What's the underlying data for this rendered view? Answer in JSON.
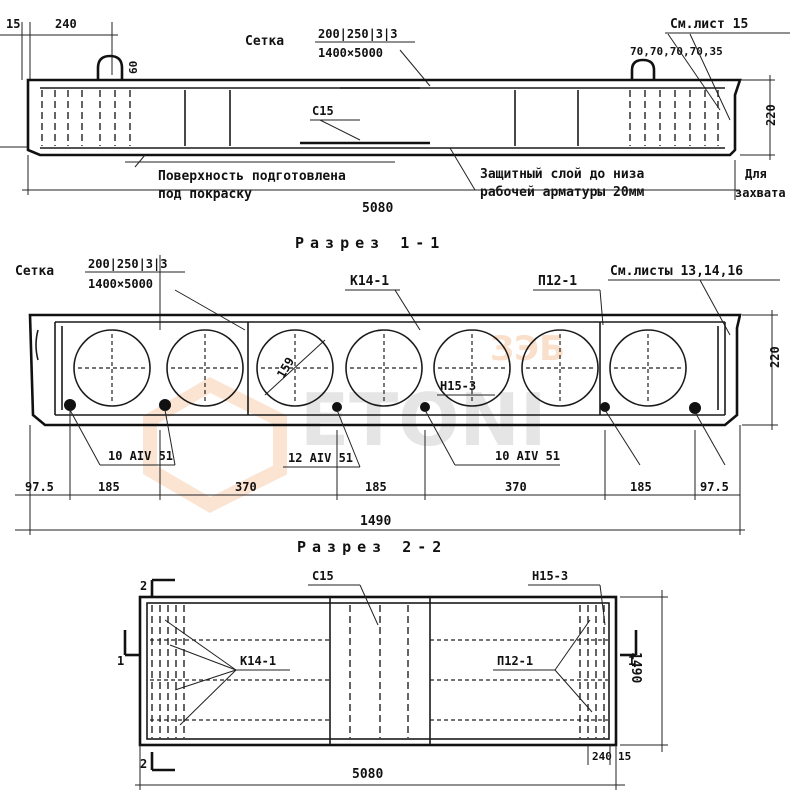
{
  "top_view": {
    "dim_15": "15",
    "dim_240": "240",
    "mesh_label": "Сетка",
    "mesh_spec_top": "200|250|3|3",
    "mesh_spec_bottom": "1400×5000",
    "see_sheet": "См.лист 15",
    "dims_right": "70,70,70,70,35",
    "dim_60": "60",
    "c15_label": "С15",
    "dim_220": "220",
    "surface_note_1": "Поверхность подготовлена",
    "surface_note_2": "под покраску",
    "cover_note_1": "Защитный слой до низа",
    "cover_note_2": "рабочей арматуры 20мм",
    "grip_note_1": "Для",
    "grip_note_2": "захвата",
    "dim_5080": "5080"
  },
  "section_1": {
    "title": "Разрез 1-1",
    "mesh_label": "Сетка",
    "mesh_spec_top": "200|250|3|3",
    "mesh_spec_bottom": "1400×5000",
    "k14_label": "К14-1",
    "p12_label": "П12-1",
    "see_sheets": "См.листы 13,14,16",
    "h15_label": "Н15-3",
    "diam_159": "159",
    "dim_220": "220",
    "rebar_left": "10 AIV 51",
    "rebar_mid": "12 AIV 51",
    "rebar_right": "10 AIV 51",
    "dims_bottom": [
      "97.5",
      "185",
      "370",
      "185",
      "370",
      "185",
      "97.5"
    ],
    "dim_total": "1490"
  },
  "section_2": {
    "title": "Разрез 2-2",
    "c15_label": "С15",
    "h15_label": "Н15-3",
    "k14_label": "К14-1",
    "p12_label": "П12-1",
    "mark_2_top": "2",
    "mark_2_bottom": "2",
    "mark_1_left": "1",
    "mark_1_right": "1",
    "dim_1490": "1490",
    "dim_240": "240",
    "dim_15": "15",
    "dim_5080": "5080"
  },
  "watermark": {
    "text_1": "ЗЭБ",
    "text_2": "ETONI"
  },
  "colors": {
    "ink": "#111111",
    "watermark_orange": "#f2a76a",
    "watermark_grey": "#9a9a9a"
  }
}
